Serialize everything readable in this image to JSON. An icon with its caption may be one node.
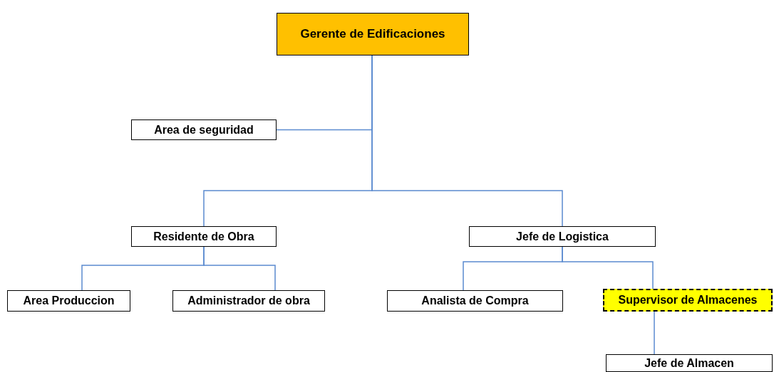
{
  "diagram": {
    "nodes": [
      {
        "text": [
          "Gerente de Edificaciones"
        ]
      },
      {
        "text": [
          "Area de seguridad"
        ]
      },
      {
        "text": [
          "Residente de Obra"
        ]
      },
      {
        "text": [
          "Jefe de Logistica"
        ]
      },
      {
        "text": [
          "Area Produccion"
        ]
      },
      {
        "text": [
          "Administrador de obra"
        ]
      },
      {
        "text": [
          "Analista de Compra"
        ]
      },
      {
        "text": [
          "Supervisor de Almacenes"
        ]
      },
      {
        "text": [
          "Jefe de Almacen"
        ]
      }
    ],
    "edges": [
      {
        "from": 0,
        "to": 1,
        "arrow": "none"
      },
      {
        "from": 0,
        "to": 2,
        "arrow": "none"
      },
      {
        "from": 0,
        "to": 3,
        "arrow": "none"
      },
      {
        "from": 2,
        "to": 4,
        "arrow": "none"
      },
      {
        "from": 2,
        "to": 5,
        "arrow": "none"
      },
      {
        "from": 3,
        "to": 6,
        "arrow": "none"
      },
      {
        "from": 3,
        "to": 7,
        "arrow": "none"
      },
      {
        "from": 7,
        "to": 8,
        "arrow": "none"
      }
    ]
  }
}
